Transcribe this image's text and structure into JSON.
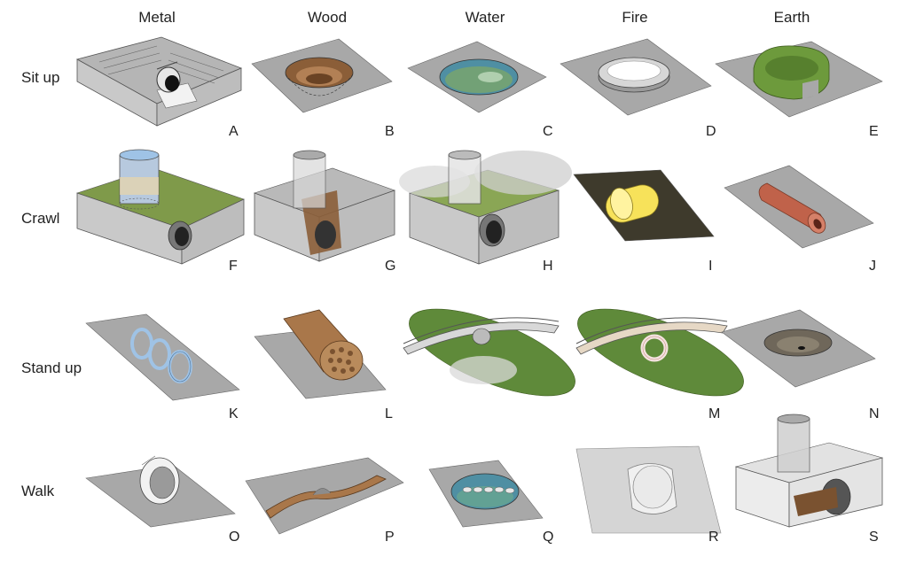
{
  "columns": [
    "Metal",
    "Wood",
    "Water",
    "Fire",
    "Earth"
  ],
  "rows": [
    "Sit up",
    "Crawl",
    "Stand up",
    "Walk"
  ],
  "cells": [
    {
      "letter": "A",
      "row": 0,
      "col": 0,
      "scene": "terraced-block-pipe"
    },
    {
      "letter": "B",
      "row": 0,
      "col": 1,
      "scene": "wood-funnel-hole"
    },
    {
      "letter": "C",
      "row": 0,
      "col": 2,
      "scene": "water-pool"
    },
    {
      "letter": "D",
      "row": 0,
      "col": 3,
      "scene": "fire-ring"
    },
    {
      "letter": "E",
      "row": 0,
      "col": 4,
      "scene": "hedge-ring"
    },
    {
      "letter": "F",
      "row": 1,
      "col": 0,
      "scene": "metal-cylinder-tunnel"
    },
    {
      "letter": "G",
      "row": 1,
      "col": 1,
      "scene": "wood-tunnel-block"
    },
    {
      "letter": "H",
      "row": 1,
      "col": 2,
      "scene": "mist-tunnel-block"
    },
    {
      "letter": "I",
      "row": 1,
      "col": 3,
      "scene": "glowing-tube"
    },
    {
      "letter": "J",
      "row": 1,
      "col": 4,
      "scene": "clay-tube"
    },
    {
      "letter": "K",
      "row": 2,
      "col": 0,
      "scene": "metal-rings"
    },
    {
      "letter": "L",
      "row": 2,
      "col": 1,
      "scene": "log-bundle"
    },
    {
      "letter": "M",
      "row": 2,
      "col": 3,
      "scene": "grass-bridges"
    },
    {
      "letter": "N",
      "row": 2,
      "col": 4,
      "scene": "earth-crater"
    },
    {
      "letter": "O",
      "row": 3,
      "col": 0,
      "scene": "metal-band"
    },
    {
      "letter": "P",
      "row": 3,
      "col": 1,
      "scene": "wood-arch-bridge"
    },
    {
      "letter": "Q",
      "row": 3,
      "col": 2,
      "scene": "stepping-stones-pool"
    },
    {
      "letter": "R",
      "row": 3,
      "col": 3,
      "scene": "clear-drum"
    },
    {
      "letter": "S",
      "row": 3,
      "col": 4,
      "scene": "earth-block-tunnel"
    }
  ],
  "colors": {
    "ground": "#a8a8a8",
    "ground_dark": "#8c8c8c",
    "block_side": "#c9c9c9",
    "block_front": "#bdbdbd",
    "grass": "#5f8a3a",
    "grass_light": "#8aa655",
    "wood": "#a9774a",
    "wood_dark": "#7a5230",
    "water": "#4f8fa3",
    "fire_glow": "#f7e25a",
    "clay": "#c0624a",
    "hedge": "#6d9a3c",
    "metal": "#dfe6ee",
    "metal_blue": "#9fc3e6"
  }
}
